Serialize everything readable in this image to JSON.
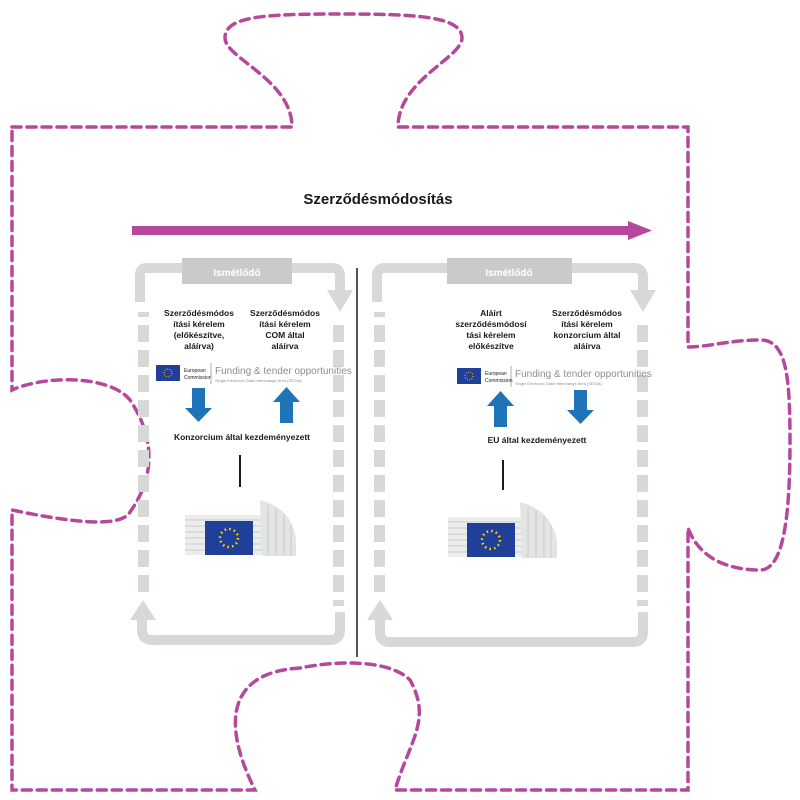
{
  "title": "Szerződésmódosítás",
  "colors": {
    "accent": "#b5489a",
    "loop": "#d7d9d6",
    "blue_arrow": "#1f74b9",
    "eu_blue": "#1f3f99",
    "eu_star": "#ffd400",
    "divider": "#1a1a1a"
  },
  "left_panel": {
    "badge": "Ismétlődő",
    "col1": [
      "Szerződésmódos",
      "ítási kérelem",
      "(előkészítve,",
      "aláírva)"
    ],
    "col2": [
      "Szerződésmódos",
      "ítási kérelem",
      "COM által",
      "aláírva"
    ],
    "portal_logo": {
      "brand": [
        "European",
        "Commission"
      ],
      "name": "Funding & tender opportunities",
      "tagline": "Single Electronic Data Interchange Area (SEDIA)"
    },
    "caption": "Konzorcium által kezdeményezett",
    "arrows": [
      "down",
      "up"
    ],
    "building_icon": "ec-berlaymont-building-icon"
  },
  "right_panel": {
    "badge": "Ismétlődő",
    "col1": [
      "Aláírt",
      "szerződésmódosí",
      "tási kérelem",
      "előkészítve"
    ],
    "col2": [
      "Szerződésmódos",
      "ítási kérelem",
      "konzorcium által",
      "aláírva"
    ],
    "portal_logo": {
      "brand": [
        "European",
        "Commission"
      ],
      "name": "Funding & tender opportunities",
      "tagline": "Single Electronic Data Interchange Area (SEDIA)"
    },
    "caption": "EU által kezdeményezett",
    "arrows": [
      "up",
      "down"
    ],
    "building_icon": "ec-berlaymont-building-icon"
  }
}
